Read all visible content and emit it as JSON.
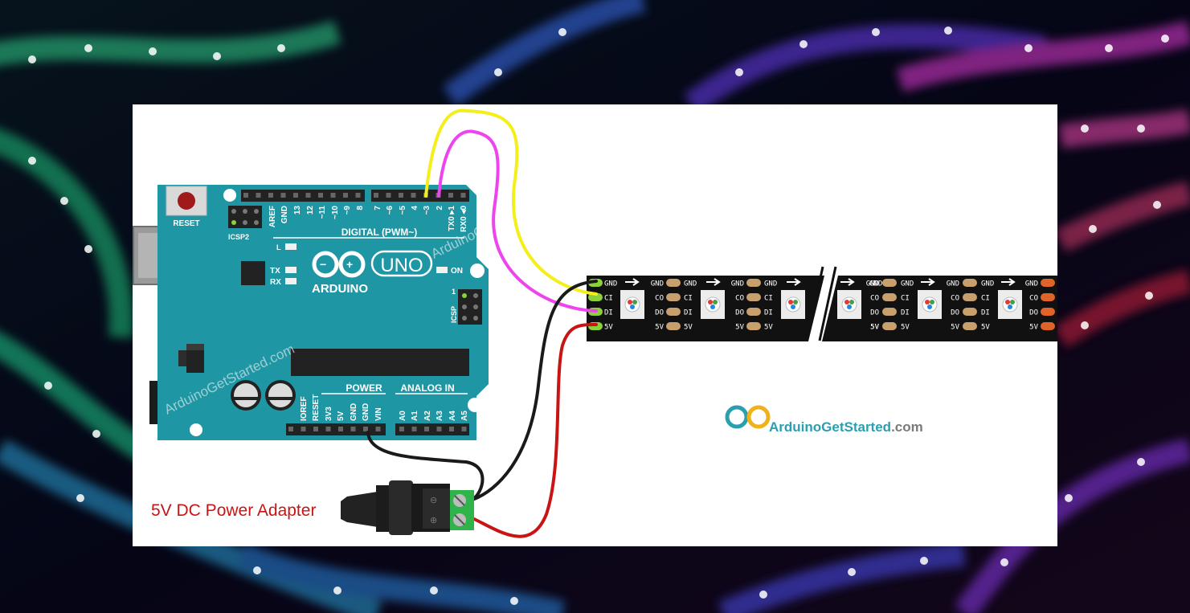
{
  "board": {
    "reset": "RESET",
    "icsp2": "ICSP2",
    "digital": "DIGITAL (PWM~)",
    "brand": "ARDUINO",
    "model": "UNO",
    "led_l": "L",
    "led_tx": "TX",
    "led_rx": "RX",
    "on": "ON",
    "icsp": "ICSP",
    "icsp_pin1": "1",
    "power": "POWER",
    "analog": "ANALOG IN",
    "top_pins": [
      "AREF",
      "GND",
      "13",
      "12",
      "~11",
      "~10",
      "~9",
      "8",
      "7",
      "~6",
      "~5",
      "4",
      "~3",
      "2",
      "TX0 ▸1",
      "RX0 ◂0"
    ],
    "bottom_pins": [
      "IOREF",
      "RESET",
      "3V3",
      "5V",
      "GND",
      "GND",
      "VIN",
      "A0",
      "A1",
      "A2",
      "A3",
      "A4",
      "A5"
    ]
  },
  "strip": {
    "in_labels": [
      "GND",
      "CI",
      "DI",
      "5V"
    ],
    "out_labels": [
      "GND",
      "CO",
      "DO",
      "5V"
    ]
  },
  "adapter_label": "5V DC Power Adapter",
  "watermarks": [
    "ArduinoGetStarted.com",
    "ArduinoGetStarted.com"
  ],
  "logo": {
    "name": "ArduinoGetStarted",
    "suffix": ".com"
  },
  "colors": {
    "board": "#1f96a4",
    "wire_yellow": "#f4ee1a",
    "wire_pink": "#ee44ee",
    "wire_black": "#1a1a1a",
    "wire_red": "#c81414",
    "strip": "#111111"
  }
}
